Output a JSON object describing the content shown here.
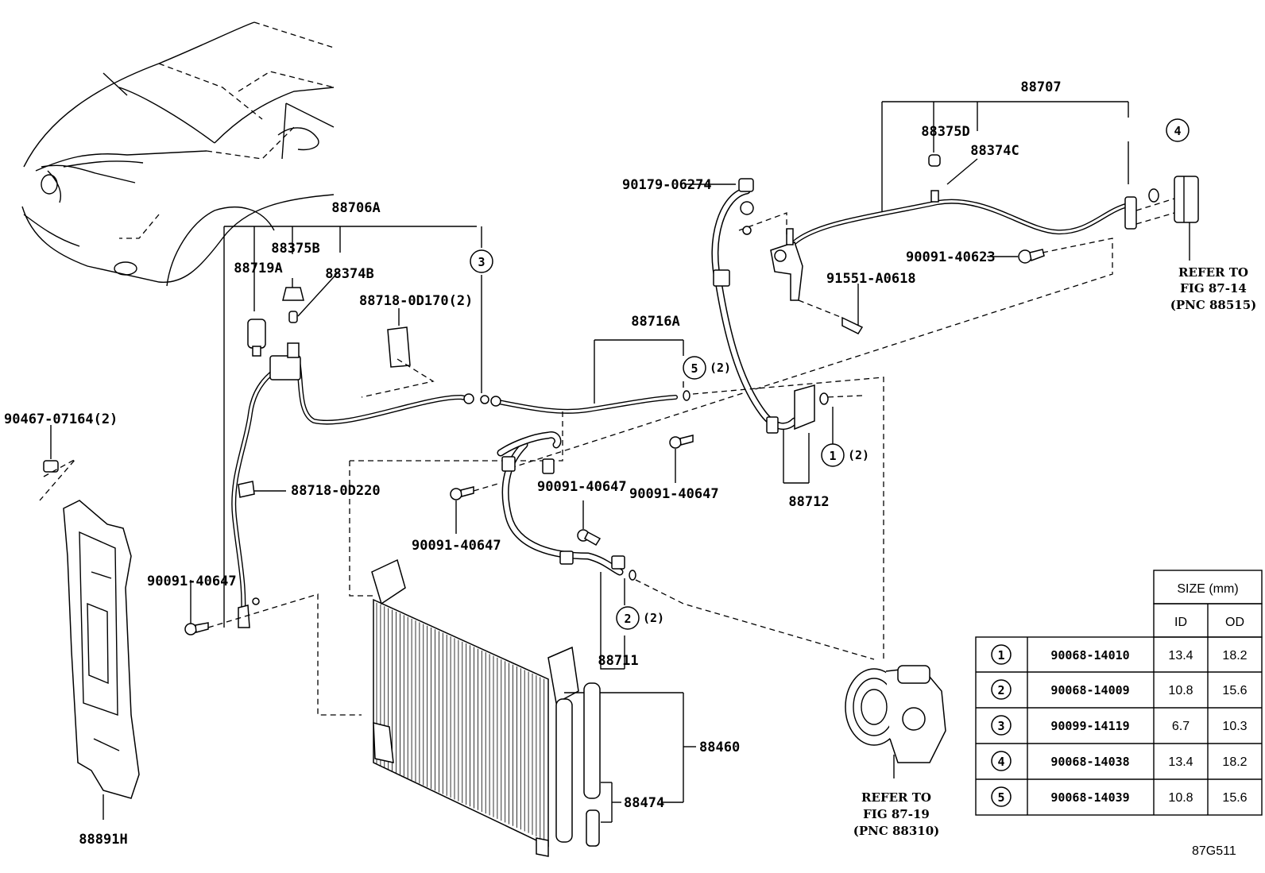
{
  "labels": {
    "p88707": "88707",
    "p88375D": "88375D",
    "p88374C": "88374C",
    "p90179": "90179-06274",
    "p90091_40623": "90091-40623",
    "p91551": "91551-A0618",
    "p88706A": "88706A",
    "p88375B": "88375B",
    "p88719A": "88719A",
    "p88374B": "88374B",
    "p88718_0D170": "88718-0D170(2)",
    "p88716A": "88716A",
    "p90467": "90467-07164(2)",
    "p88718_0D220": "88718-0D220",
    "p90091_40647_a": "90091-40647",
    "p90091_40647_b": "90091-40647",
    "p90091_40647_c": "90091-40647",
    "p90091_40647_d": "90091-40647",
    "p88712": "88712",
    "p88711": "88711",
    "p88460": "88460",
    "p88474": "88474",
    "p88891H": "88891H",
    "fig_code": "87G511"
  },
  "callouts": {
    "c1": "1",
    "c2": "2",
    "c3": "3",
    "c4": "4",
    "c5": "5",
    "qty1": "(2)",
    "qty2": "(2)",
    "qty5": "(2)"
  },
  "references": {
    "ref_right": [
      "REFER TO",
      "FIG 87-14",
      "(PNC 88515)"
    ],
    "ref_bottom": [
      "REFER TO",
      "FIG 87-19",
      "(PNC 88310)"
    ]
  },
  "size_table": {
    "header": "SIZE (mm)",
    "columns": [
      "ID",
      "OD"
    ],
    "rows": [
      {
        "key": "1",
        "part": "90068-14010",
        "id": "13.4",
        "od": "18.2"
      },
      {
        "key": "2",
        "part": "90068-14009",
        "id": "10.8",
        "od": "15.6"
      },
      {
        "key": "3",
        "part": "90099-14119",
        "id": "6.7",
        "od": "10.3"
      },
      {
        "key": "4",
        "part": "90068-14038",
        "id": "13.4",
        "od": "18.2"
      },
      {
        "key": "5",
        "part": "90068-14039",
        "id": "10.8",
        "od": "15.6"
      }
    ]
  }
}
